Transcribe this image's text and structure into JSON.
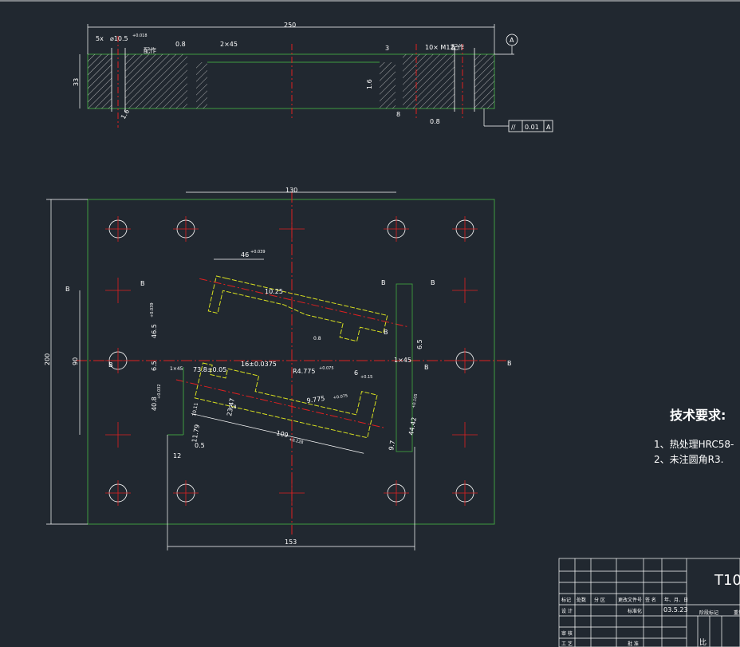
{
  "drawing": {
    "tech_title": "技术要求:",
    "tech_notes": [
      "1、热处理HRC58-",
      "2、未注圆角R3."
    ],
    "material": "T10",
    "date": "03.5.23",
    "datum": "A",
    "tolerance": {
      "symbol": "//",
      "value": "0.01",
      "datum": "A"
    },
    "section_mark": "B",
    "top_view": {
      "dim_width": "250",
      "dim_height": "33",
      "dim_left_small": "5x",
      "dim_hole": "⌀10.5",
      "dim_hole_tol": "+0.018",
      "label_pin_left": "配作",
      "label_pin_right": "配作",
      "roughness_a": "0.8",
      "chamfer": "2×45",
      "dim_3": "3",
      "thread": "10× M12",
      "dim_1_6": "1.6",
      "dim_8": "8",
      "roughness_b": "0.8",
      "roughness_c": "1.6"
    },
    "plan_view": {
      "dim_130": "130",
      "dim_200": "200",
      "dim_90": "90",
      "dim_153": "153",
      "dim_46": "46",
      "dim_46_tol": "+0.039",
      "dim_10_25": "10.25",
      "dim_46_5": "46.5",
      "dim_46_5_tol": "+0.039",
      "dim_6_5": "6.5",
      "dim_1x45a": "1×45",
      "dim_73_8": "73.8±0.05",
      "dim_16": "16±0.0375",
      "dim_r4": "R4.775",
      "dim_r4_tol": "+0.075",
      "dim_6": "6",
      "dim_6_tol": "+0.15",
      "dim_1x45b": "1×45",
      "dim_6_5b": "6.5",
      "dim_40_8": "40.8",
      "dim_40_8_tol": "+0.032",
      "dim_9_775": "9.775",
      "dim_9_775_tol": "+0.075",
      "dim_23": "23.47",
      "dim_10_11": "10.11",
      "dim_11_79": "11.79",
      "dim_0_5": "0.5",
      "dim_12": "12",
      "dim_109": "109",
      "dim_109_tol": "+0.228",
      "dim_44_42": "44.42",
      "dim_44_tol": "+0.105",
      "dim_9_7": "9.7",
      "roughness_d": "0.8",
      "roughness_e": "0.8"
    },
    "title_block": {
      "row_labels": [
        "标记",
        "处数",
        "分 区",
        "更改文件号",
        "签 名",
        "年、月、日"
      ],
      "design": "设 计",
      "std": "标准化",
      "review": "审 核",
      "process": "工 艺",
      "approve": "批 准",
      "stage": "阶段标记",
      "weight": "重量",
      "scale_label": "比"
    }
  }
}
